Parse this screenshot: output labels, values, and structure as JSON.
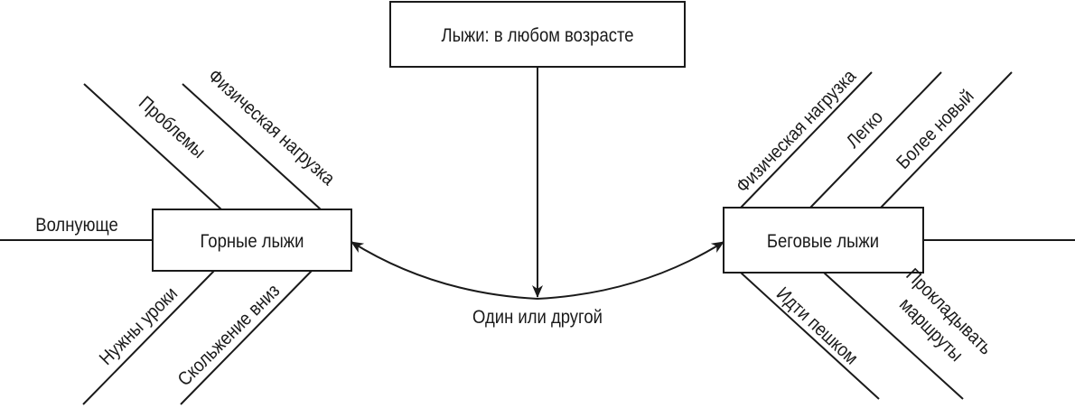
{
  "title": "Лыжи: в любом возрасте",
  "connector_label": "Один или другой",
  "left": {
    "name": "Горные лыжи",
    "items": [
      "Проблемы",
      "Физическая нагрузка",
      "Волнующе",
      "Нужны уроки",
      "Скольжение вниз"
    ]
  },
  "right": {
    "name": "Беговые лыжи",
    "items": [
      "Физическая нагрузка",
      "Легко",
      "Более новый",
      "Идти пешком",
      "Прокладывать",
      "маршруты"
    ]
  },
  "colors": {
    "line": "#1a1a1a",
    "background": "#ffffff"
  }
}
